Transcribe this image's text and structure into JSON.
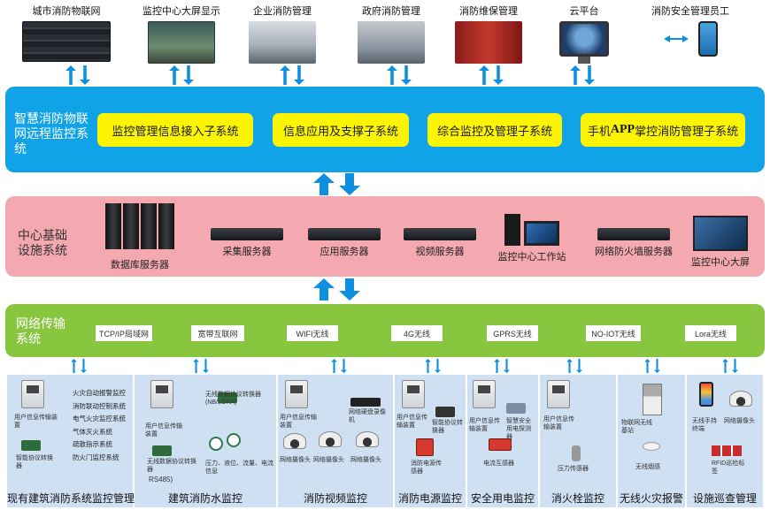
{
  "top_sources": [
    {
      "label": "城市消防物联网",
      "icon": "network-switch"
    },
    {
      "label": "监控中心大屏显示",
      "icon": "video-wall"
    },
    {
      "label": "企业消防管理",
      "icon": "meeting-room"
    },
    {
      "label": "政府消防管理",
      "icon": "government-office"
    },
    {
      "label": "消防维保管理",
      "icon": "maintenance-room"
    },
    {
      "label": "云平台",
      "icon": "cloud-monitor"
    },
    {
      "label": "消防安全管理员工",
      "icon": "mobile-phone"
    }
  ],
  "platform": {
    "title": "智慧消防物联网远程监控系统",
    "subsystems": [
      "监控管理信息接入子系统",
      "信息应用及支撑子系统",
      "综合监控及管理子系统"
    ],
    "app_sub": {
      "prefix": "手机",
      "bold": "APP",
      "suffix": "掌控消防管理子系统"
    }
  },
  "infrastructure": {
    "title": "中心基础设施系统",
    "servers": [
      "数据库服务器",
      "采集服务器",
      "应用服务器",
      "视频服务器",
      "监控中心工作站",
      "网络防火墙服务器",
      "监控中心大屏"
    ]
  },
  "network": {
    "title": "网络传输系统",
    "channels": [
      "TCP/IP局域网",
      "宽带互联网",
      "WIFI无线",
      "4G无线",
      "GPRS无线",
      "NO-IOT无线",
      "Lora无线"
    ]
  },
  "panels": [
    {
      "title": "现有建筑消防系统监控管理",
      "items": [
        "用户信息传输装置",
        "智能协议转换器"
      ],
      "list": [
        "火灾自动报警监控",
        "消防联动控制系统",
        "电气火灾监控系统",
        "气体灭火系统",
        "疏散指示系统",
        "防火门监控系统"
      ]
    },
    {
      "title": "建筑消防水监控",
      "items": [
        "用户信息传输装置",
        "无线数据协议转换器",
        "无线数据协议转换器(NB/LORA)",
        "压力、液位、流量、电流信息",
        "RS485)"
      ]
    },
    {
      "title": "消防视频监控",
      "items": [
        "用户信息传输装置",
        "网络硬盘录像机",
        "网络摄像头",
        "网络摄像头",
        "网络摄像头"
      ]
    },
    {
      "title": "消防电源监控",
      "items": [
        "用户信息传输装置",
        "智能协议转换器",
        "消防电源传感器"
      ]
    },
    {
      "title": "安全用电监控",
      "items": [
        "用户信息传输装置",
        "智慧安全用电探测器",
        "电流互感器"
      ]
    },
    {
      "title": "消火栓监控",
      "items": [
        "用户信息传输装置",
        "压力传感器"
      ]
    },
    {
      "title": "无线火灾报警",
      "items": [
        "物联网无线基站",
        "无线烟感"
      ]
    },
    {
      "title": "设施巡查管理",
      "items": [
        "无线手持终端",
        "网络摄像头",
        "RFID巡检标签"
      ]
    }
  ],
  "colors": {
    "platform_band": "#10a3e8",
    "subsystem_box": "#fbf505",
    "infra_band": "#f4a8b0",
    "network_band": "#89c63f",
    "panel_bg": "#cfe0f3",
    "arrow": "#0f8fe0"
  }
}
